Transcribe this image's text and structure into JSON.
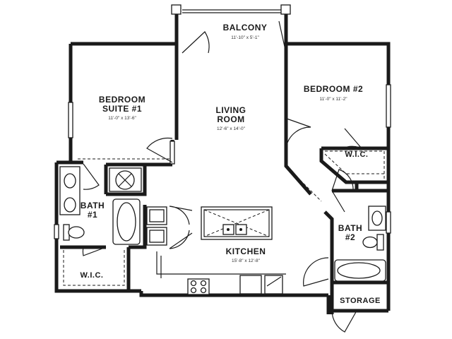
{
  "rooms": {
    "balcony": {
      "name": "BALCONY",
      "dims": "11'-10\" x 5'-1\""
    },
    "bedroom1": {
      "name_line1": "BEDROOM",
      "name_line2": "SUITE #1",
      "dims": "11'-0\" x 13'-6\""
    },
    "living": {
      "name_line1": "LIVING",
      "name_line2": "ROOM",
      "dims": "12'-6\" x 14'-0\""
    },
    "bedroom2": {
      "name": "BEDROOM #2",
      "dims": "11'-0\" x 11'-2\""
    },
    "wic2": {
      "name": "W.I.C."
    },
    "bath1": {
      "name_line1": "BATH",
      "name_line2": "#1"
    },
    "wic1": {
      "name": "W.I.C."
    },
    "kitchen": {
      "name": "KITCHEN",
      "dims": "15'-8\" x 12'-8\""
    },
    "bath2": {
      "name_line1": "BATH",
      "name_line2": "#2"
    },
    "storage": {
      "name": "STORAGE"
    }
  }
}
